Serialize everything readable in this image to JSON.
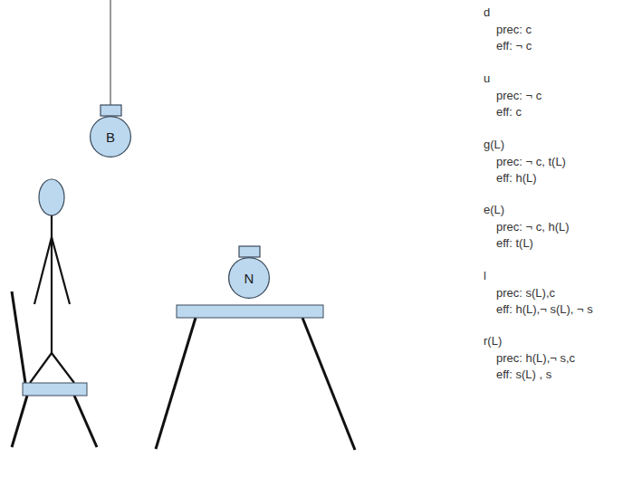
{
  "diagram": {
    "nodes": [
      {
        "text": [
          "B"
        ]
      },
      {
        "text": [
          "N"
        ]
      }
    ],
    "labels": [
      "d",
      "prec: c",
      "eff: ¬ c",
      "u",
      "prec: ¬ c",
      "eff: c",
      "g(L)",
      "prec: ¬ c, t(L)",
      "eff: h(L)",
      "e(L)",
      "prec: ¬ c, h(L)",
      "eff: t(L)",
      "l",
      "prec: s(L),c",
      "eff: h(L),¬ s(L), ¬ s",
      "r(L)",
      "prec: h(L),¬ s,c",
      "eff: s(L) , s"
    ]
  }
}
